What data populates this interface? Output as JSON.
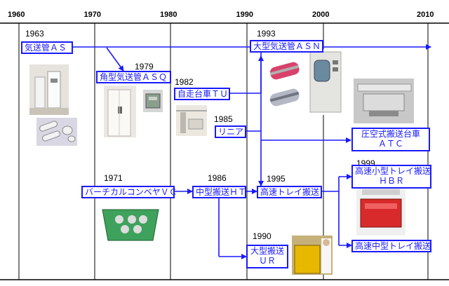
{
  "axis": {
    "ticks": [
      {
        "year": 1960,
        "label": "1960"
      },
      {
        "year": 1970,
        "label": "1970"
      },
      {
        "year": 1980,
        "label": "1980"
      },
      {
        "year": 1990,
        "label": "1990"
      },
      {
        "year": 2000,
        "label": "2000"
      },
      {
        "year": 2010,
        "label": "2010"
      }
    ]
  },
  "systems": {
    "as": {
      "year": "1963",
      "label": "気送管ＡＳ"
    },
    "asq": {
      "year": "1979",
      "label": "角型気送管ＡＳＱ"
    },
    "tu": {
      "year": "1982",
      "label": "自走台車ＴＵ"
    },
    "linear": {
      "year": "1985",
      "label": "リニア"
    },
    "asn": {
      "year": "1993",
      "label": "大型気送管ＡＳＮ"
    },
    "atc": {
      "line1": "圧空式搬送台車",
      "line2": "ＡＴＣ"
    },
    "vc": {
      "year": "1971",
      "label": "バーチカルコンベヤＶＣ"
    },
    "ht": {
      "year": "1986",
      "label": "中型搬送ＨＴ"
    },
    "tray": {
      "year": "1995",
      "label": "高速トレイ搬送"
    },
    "hbr": {
      "year": "1999",
      "line1": "高速小型トレイ搬送",
      "line2": "ＨＢＲ"
    },
    "mid": {
      "label": "高速中型トレイ搬送"
    },
    "ur": {
      "year": "1990",
      "line1": "大型搬送",
      "line2": "ＵＲ"
    }
  },
  "colors": {
    "line": "#1a1aff",
    "grid": "#000000"
  },
  "photos": [
    "pneumatic-tube-station-photo",
    "tube-carriers-photo",
    "square-tube-cabinet-photo",
    "square-carrier-photo",
    "self-propelled-cart-rail-photo",
    "large-tube-carrier-photo",
    "large-tube-station-photo",
    "air-pressure-cart-photo",
    "vertical-conveyor-tray-photo",
    "red-tray-cart-photo",
    "large-transport-cart-photo"
  ]
}
